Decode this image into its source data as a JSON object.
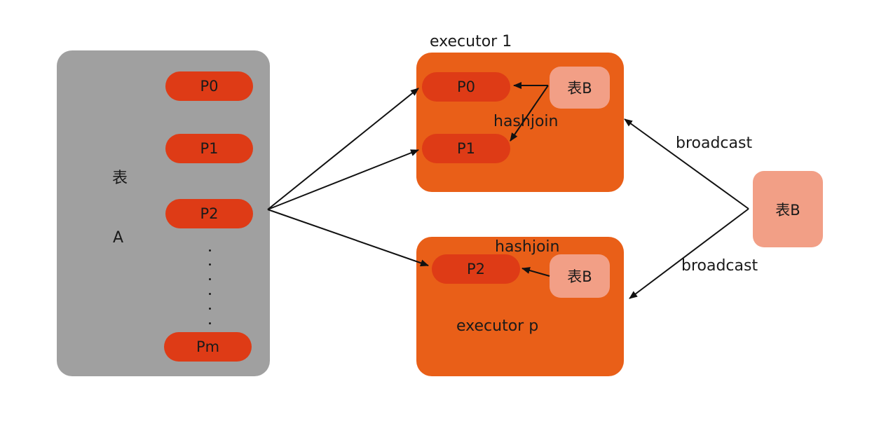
{
  "table_a": {
    "label_line1": "表",
    "label_line2": "A",
    "partitions": [
      "P0",
      "P1",
      "P2",
      "Pm"
    ]
  },
  "executor_1": {
    "title": "executor 1",
    "partitions": [
      "P0",
      "P1"
    ],
    "table_b": "表B",
    "join_label": "hashjoin"
  },
  "executor_p": {
    "title": "executor p",
    "partition": "P2",
    "table_b": "表B",
    "join_label": "hashjoin"
  },
  "source_table_b": "表B",
  "broadcast_top": "broadcast",
  "broadcast_bottom": "broadcast",
  "colors": {
    "table_a_bg": "#a0a0a0",
    "executor_bg": "#e95f18",
    "partition": "#de3b16",
    "table_b": "#f29f86"
  }
}
